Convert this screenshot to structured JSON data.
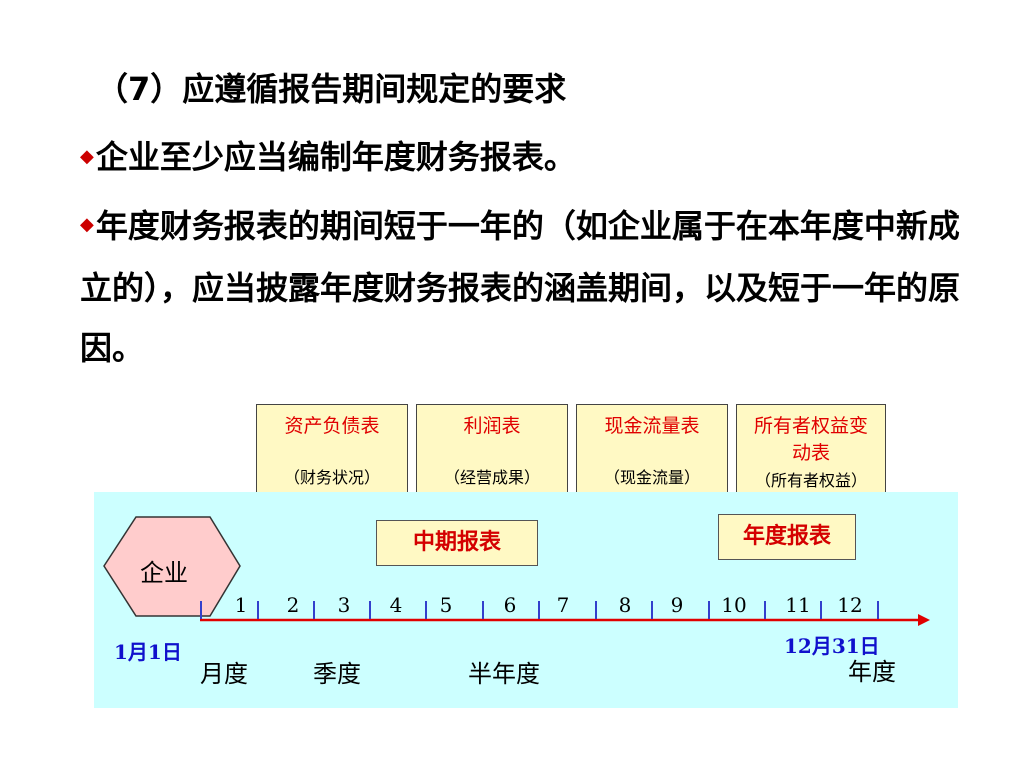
{
  "heading": "（7）应遵循报告期间规定的要求",
  "bullets": [
    "企业至少应当编制年度财务报表。",
    "年度财务报表的期间短于一年的（如企业属于在本年度中新成立的），应当披露年度财务报表的涵盖期间，以及短于一年的原因。"
  ],
  "bullet_symbol": "◆",
  "statements": [
    {
      "title": "资产负债表",
      "note": "（财务状况）"
    },
    {
      "title": "利润表",
      "note": "（经营成果）"
    },
    {
      "title": "现金流量表",
      "note": "（现金流量）"
    },
    {
      "title": "所有者权益变动表",
      "note": "（所有者权益）"
    }
  ],
  "diagram": {
    "entity": "企业",
    "interim_report": "中期报表",
    "annual_report": "年度报表",
    "months": [
      "1",
      "2",
      "3",
      "4",
      "5",
      "6",
      "7",
      "8",
      "9",
      "10",
      "11",
      "12"
    ],
    "start_date": "1月1日",
    "end_date": "12月31日",
    "periods": [
      "月度",
      "季度",
      "半年度",
      "年度"
    ]
  },
  "colors": {
    "panel": "#ccffff",
    "box": "#fff9c4",
    "red": "#d40000",
    "blue": "#1010cc"
  }
}
